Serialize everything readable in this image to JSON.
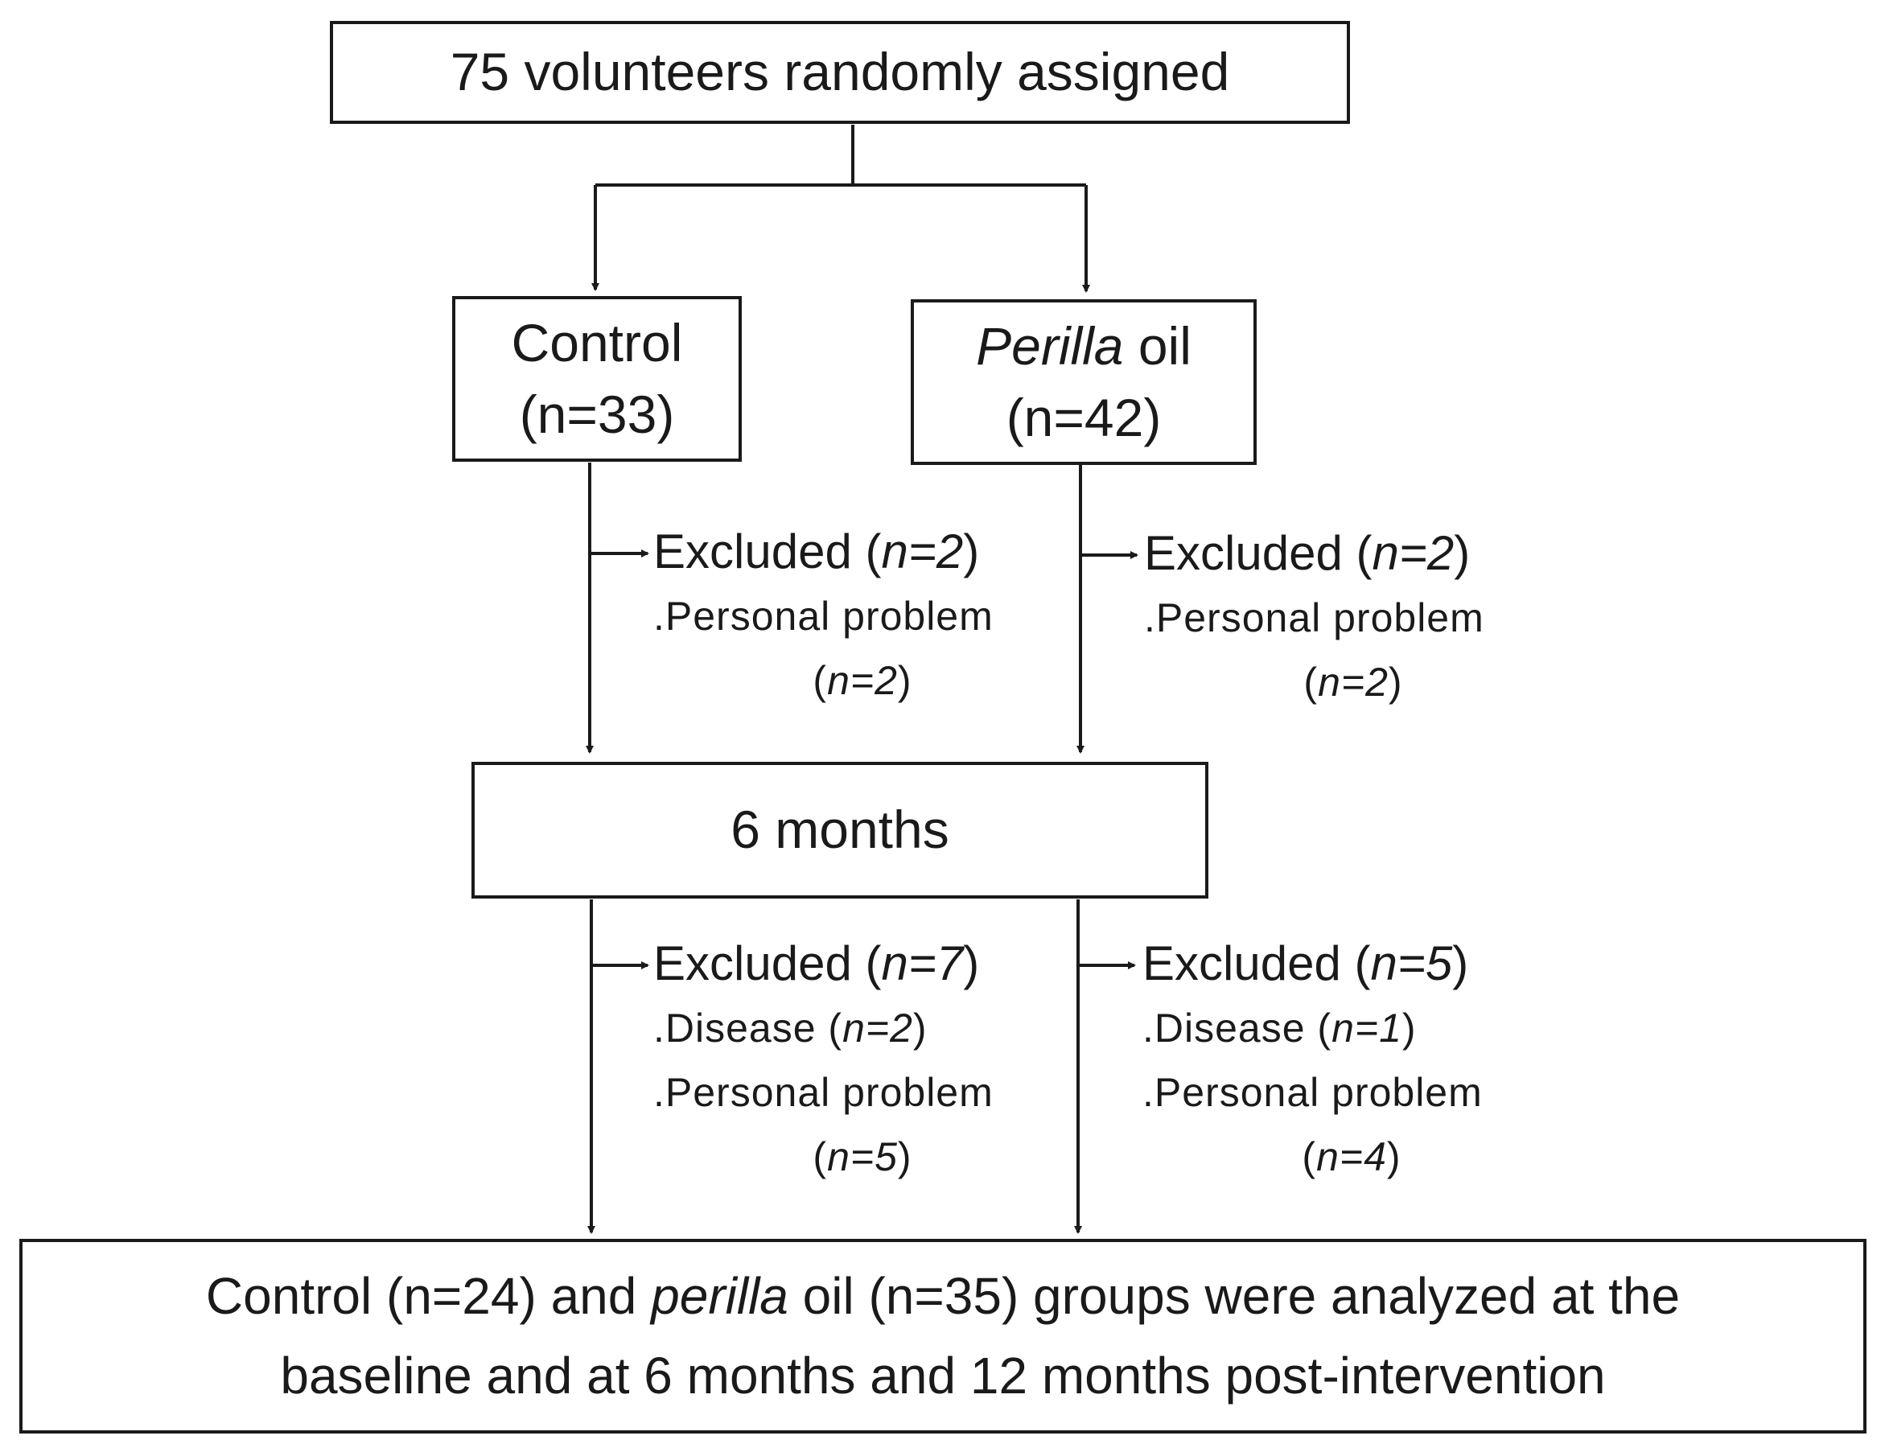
{
  "top": {
    "text": "75 volunteers randomly assigned"
  },
  "control": {
    "line1": "Control",
    "line2": "(n=33)"
  },
  "perilla": {
    "italic": "Perilla",
    "rest": " oil",
    "line2": "(n=42)"
  },
  "timepoint": {
    "text": "6 months"
  },
  "excl_control_1": {
    "head_pre": "Excluded (",
    "head_n": "n=2",
    "head_post": ")",
    "reason1": ".Personal problem",
    "reason1_pre": "(",
    "reason1_n": "n=2",
    "reason1_post": ")"
  },
  "excl_perilla_1": {
    "head_pre": "Excluded (",
    "head_n": "n=2",
    "head_post": ")",
    "reason1": ".Personal problem",
    "reason1_pre": "(",
    "reason1_n": "n=2",
    "reason1_post": ")"
  },
  "excl_control_2": {
    "head_pre": "Excluded (",
    "head_n": "n=7",
    "head_post": ")",
    "disease_pre": ".Disease (",
    "disease_n": "n=2",
    "disease_post": ")",
    "reason2": ".Personal problem",
    "reason2_pre": "(",
    "reason2_n": "n=5",
    "reason2_post": ")"
  },
  "excl_perilla_2": {
    "head_pre": "Excluded (",
    "head_n": "n=5",
    "head_post": ")",
    "disease_pre": ".Disease (",
    "disease_n": "n=1",
    "disease_post": ")",
    "reason2": ".Personal problem",
    "reason2_pre": "(",
    "reason2_n": "n=4",
    "reason2_post": ")"
  },
  "final": {
    "line1_pre": "Control (n=24) and ",
    "line1_italic": "perilla",
    "line1_post": " oil (n=35) groups were analyzed at the",
    "line2": "baseline and at 6 months and 12 months post-intervention"
  }
}
